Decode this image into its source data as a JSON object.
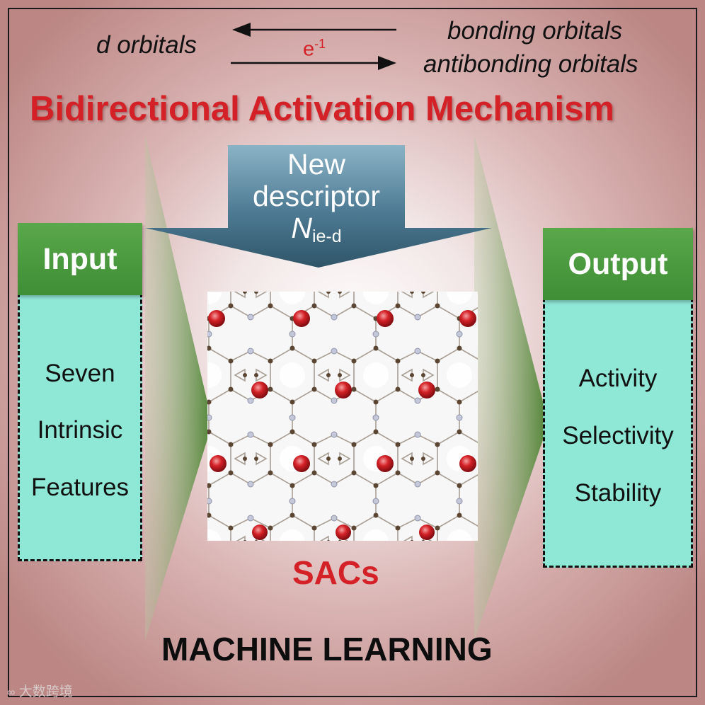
{
  "header": {
    "d_orbitals": "d orbitals",
    "electron_label": "e",
    "electron_superscript": "-1",
    "bonding_orbitals": "bonding orbitals",
    "antibonding_orbitals": "antibonding orbitals"
  },
  "title": "Bidirectional Activation Mechanism",
  "descriptor": {
    "line1": "New",
    "line2": "descriptor",
    "symbol": "N",
    "subscript": "ie-d"
  },
  "input": {
    "heading": "Input",
    "items": [
      "Seven",
      "Intrinsic",
      "Features"
    ]
  },
  "output": {
    "heading": "Output",
    "items": [
      "Activity",
      "Selectivity",
      "Stability"
    ]
  },
  "center_label": "SACs",
  "footer": "MACHINE LEARNING",
  "watermark": "大数跨境",
  "colors": {
    "accent_red": "#d42127",
    "header_green": "#4a9a3f",
    "box_fill": "#8fe7d6",
    "background_rose": "#c99896",
    "descriptor_arrow": "#3f6a82"
  }
}
